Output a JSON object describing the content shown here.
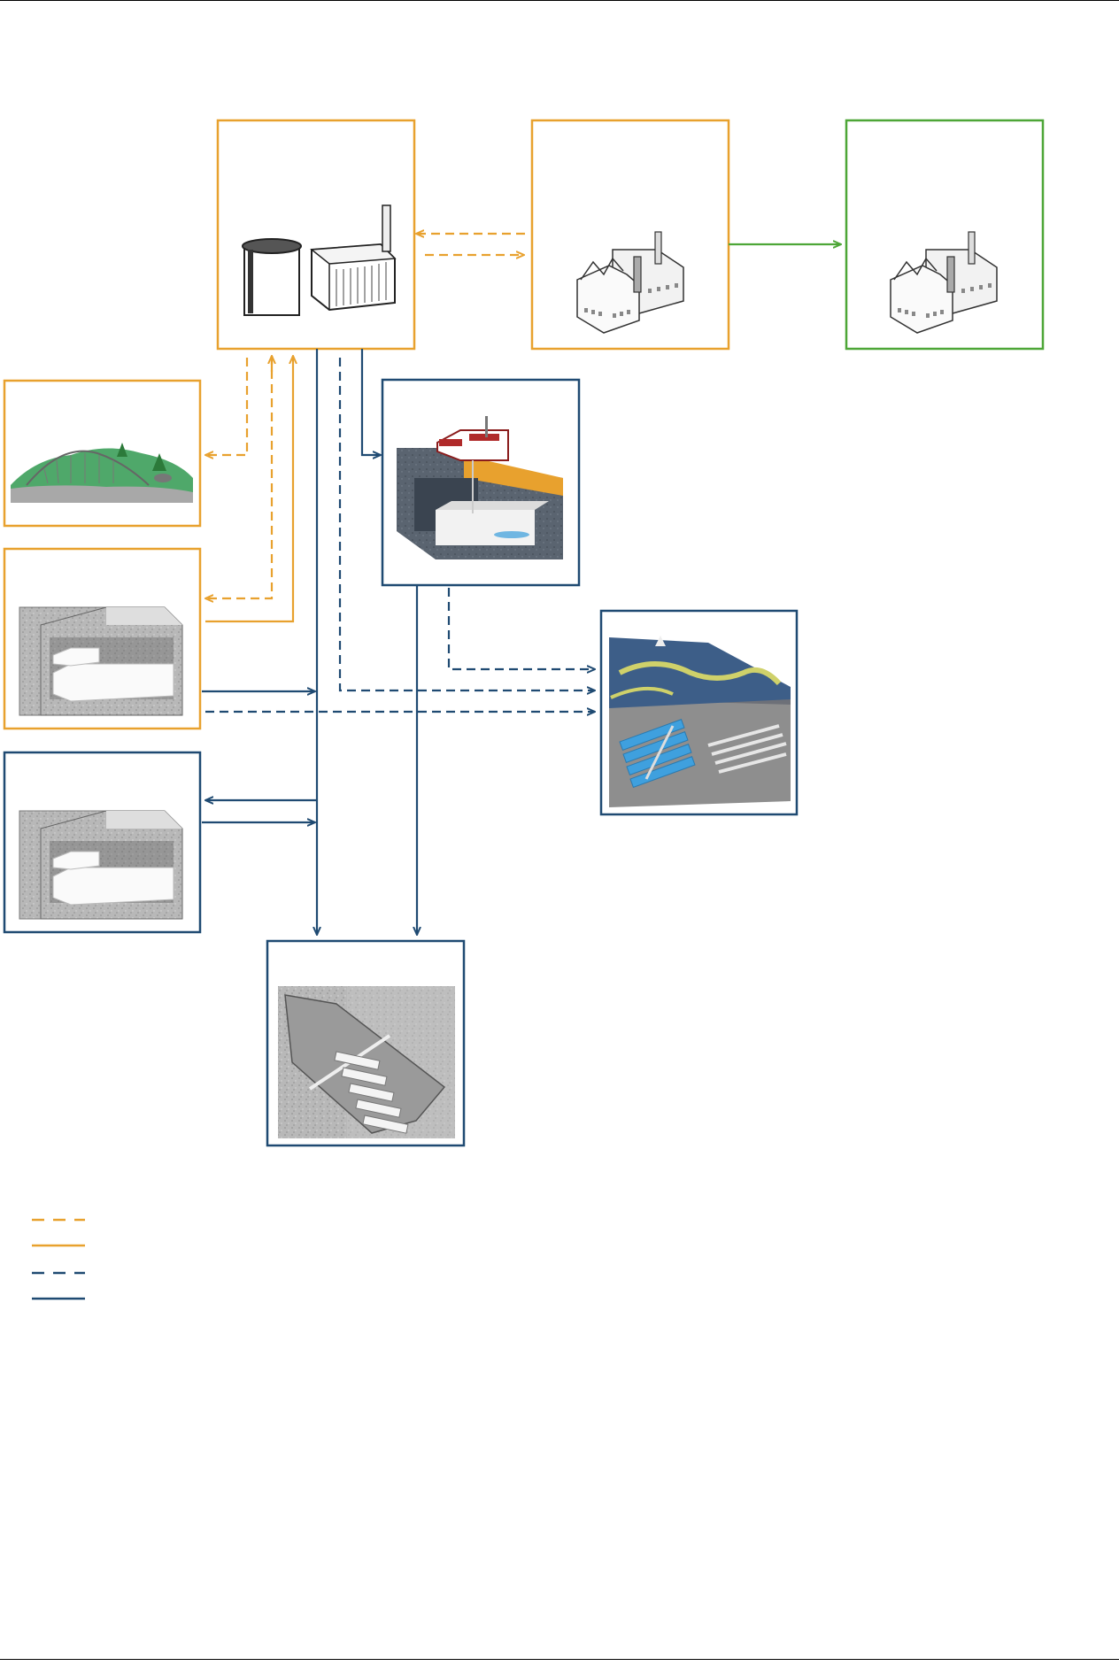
{
  "colors": {
    "orange": "#e8a12e",
    "green": "#4da637",
    "navy": "#1f4a72"
  },
  "nodes": [
    {
      "id": "reactor",
      "icon": "reactor-containment-icon",
      "label": ""
    },
    {
      "id": "reprocessing",
      "icon": "factory-icon",
      "label": ""
    },
    {
      "id": "mox-fabrication",
      "icon": "factory-icon",
      "label": ""
    },
    {
      "id": "surface-disposal",
      "icon": "surface-landfill-icon",
      "label": ""
    },
    {
      "id": "interim-storage-orange",
      "icon": "storage-vault-icon",
      "label": ""
    },
    {
      "id": "interim-storage-navy",
      "icon": "storage-vault-icon",
      "label": ""
    },
    {
      "id": "near-surface-repository",
      "icon": "repository-cutaway-icon",
      "label": ""
    },
    {
      "id": "intermediate-repository",
      "icon": "underground-tunnels-icon",
      "label": ""
    },
    {
      "id": "deep-geological-repository",
      "icon": "deep-tunnel-icon",
      "label": ""
    }
  ],
  "legend": [
    {
      "style": "dashed",
      "color": "orange",
      "label": ""
    },
    {
      "style": "solid",
      "color": "orange",
      "label": ""
    },
    {
      "style": "dashed",
      "color": "navy",
      "label": ""
    },
    {
      "style": "solid",
      "color": "navy",
      "label": ""
    }
  ]
}
